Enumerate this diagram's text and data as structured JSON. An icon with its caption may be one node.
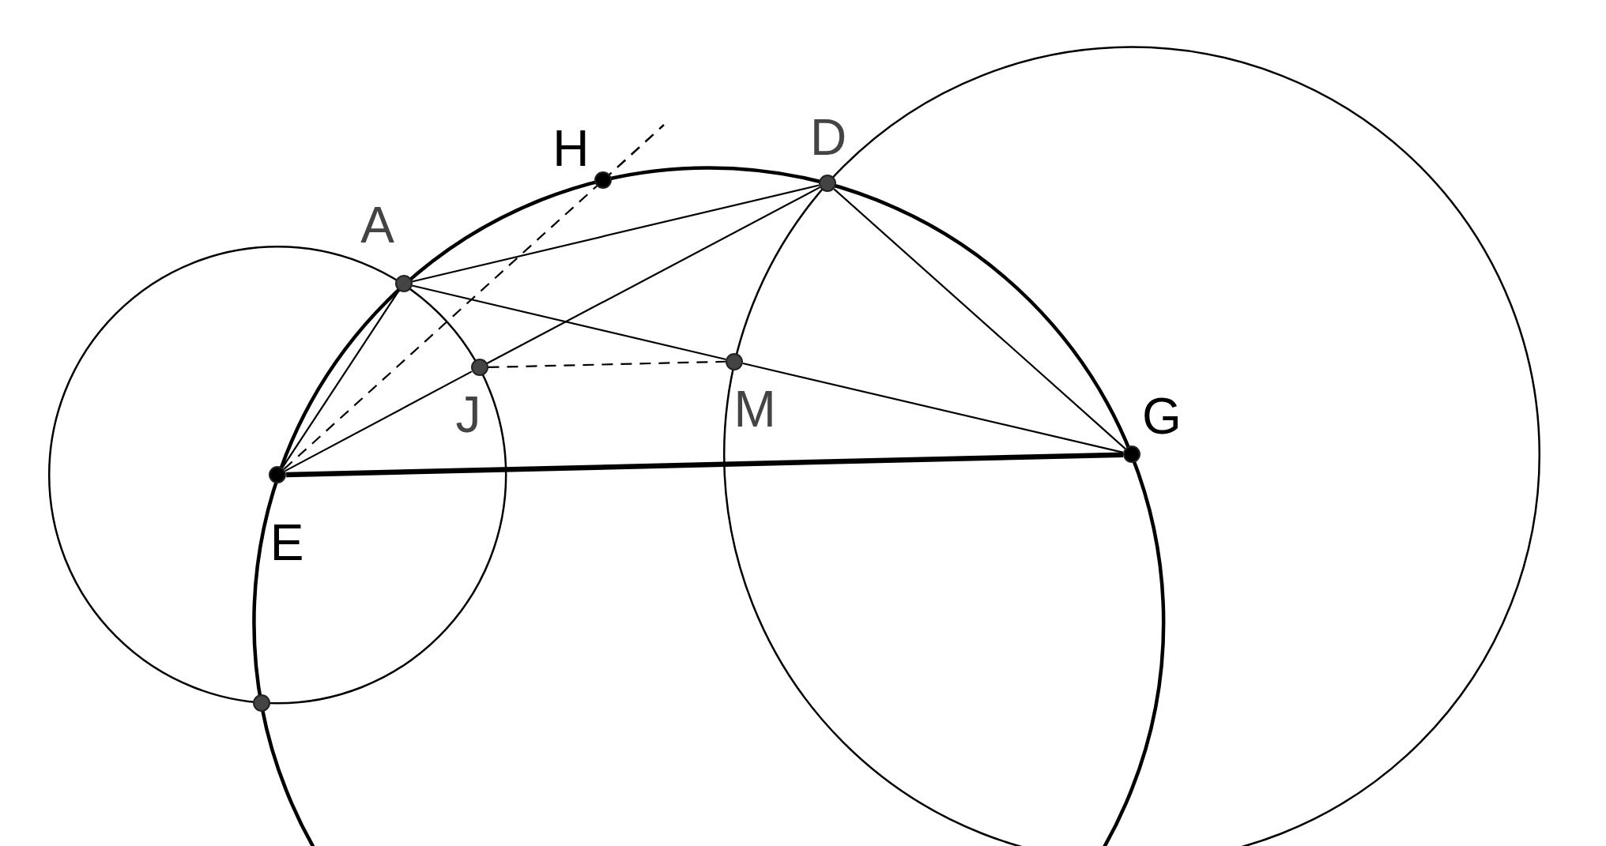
{
  "diagram": {
    "nodes": [
      {
        "text": [
          "A"
        ]
      },
      {
        "text": [
          "H"
        ]
      },
      {
        "text": [
          "D"
        ]
      },
      {
        "text": [
          "J"
        ]
      },
      {
        "text": [
          "M"
        ]
      },
      {
        "text": [
          "E"
        ]
      },
      {
        "text": [
          "G"
        ]
      },
      {
        "text": [],
        "shape": "circle"
      }
    ],
    "edges": [
      {
        "from": 0,
        "to": 2,
        "arrow": "none"
      },
      {
        "from": 0,
        "to": 5,
        "arrow": "none"
      },
      {
        "from": 0,
        "to": 4,
        "arrow": "none"
      },
      {
        "from": 4,
        "to": 6,
        "arrow": "none"
      },
      {
        "from": 2,
        "to": 3,
        "arrow": "none"
      },
      {
        "from": 3,
        "to": 5,
        "arrow": "none"
      },
      {
        "from": 2,
        "to": 6,
        "arrow": "none"
      },
      {
        "from": 5,
        "to": 6,
        "arrow": "none",
        "style": "thick"
      },
      {
        "from": 5,
        "to": 1,
        "arrow": "none",
        "style": "dashed"
      },
      {
        "from": 3,
        "to": 4,
        "arrow": "none",
        "style": "dashed"
      }
    ]
  }
}
